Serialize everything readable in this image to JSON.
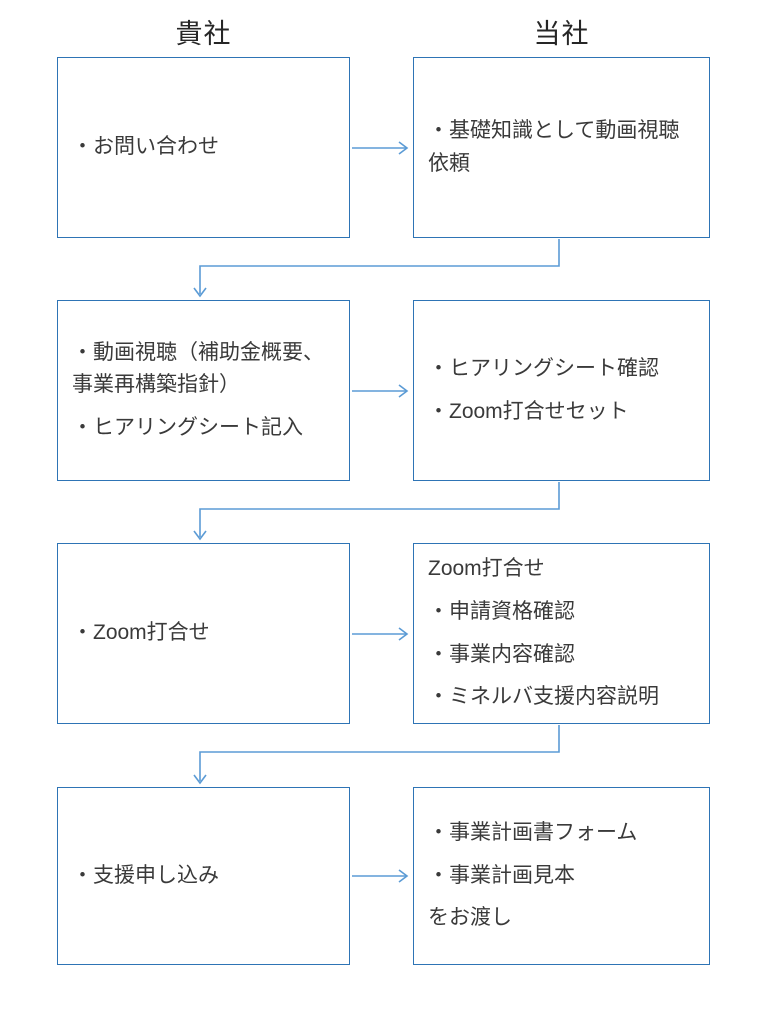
{
  "colors": {
    "box_border": "#2e74b5",
    "arrow": "#5b9bd5",
    "text": "#3a3a3a"
  },
  "headers": {
    "left": "貴社",
    "right": "当社"
  },
  "flow": {
    "row1": {
      "left": [
        "・お問い合わせ"
      ],
      "right": [
        "・基礎知識として動画視聴依頼"
      ]
    },
    "row2": {
      "left": [
        "・動画視聴（補助金概要、事業再構築指針）",
        "・ヒアリングシート記入"
      ],
      "right": [
        "・ヒアリングシート確認",
        "・Zoom打合せセット"
      ]
    },
    "row3": {
      "left": [
        "・Zoom打合せ"
      ],
      "right": [
        "Zoom打合せ",
        "・申請資格確認",
        "・事業内容確認",
        "・ミネルバ支援内容説明"
      ]
    },
    "row4": {
      "left": [
        "・支援申し込み"
      ],
      "right": [
        "・事業計画書フォーム",
        "・事業計画見本",
        "をお渡し"
      ]
    }
  }
}
